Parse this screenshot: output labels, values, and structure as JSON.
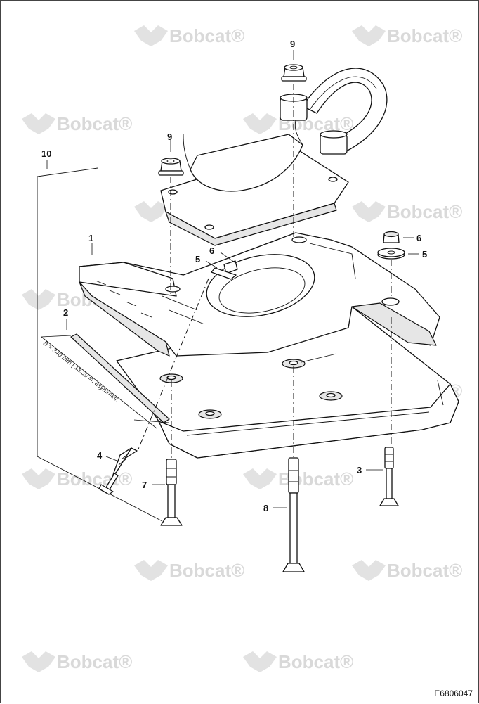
{
  "watermark": {
    "brand": "Bobcat",
    "registered": "®",
    "color": "#d9d9d9"
  },
  "callouts": [
    "1",
    "2",
    "3",
    "4",
    "5",
    "5",
    "6",
    "6",
    "7",
    "8",
    "9",
    "9",
    "10"
  ],
  "dimension_note": "B = 340 mm | 13.39 in. asymmetr.",
  "figure_ref": "E6806047"
}
